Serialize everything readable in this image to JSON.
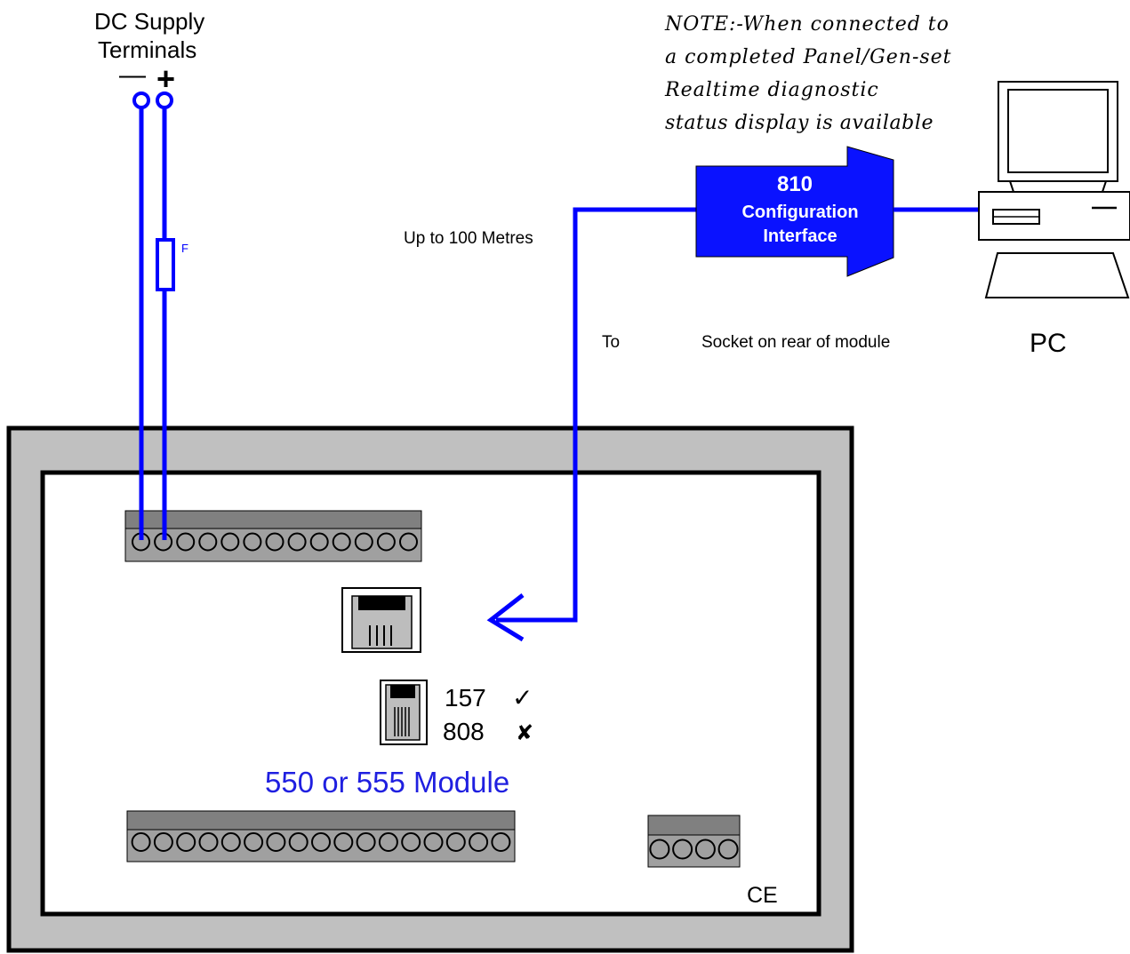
{
  "supply": {
    "title_line1": "DC Supply",
    "title_line2": "Terminals",
    "minus": "—",
    "plus": "+",
    "fuse_label": "F"
  },
  "note": {
    "lines": [
      "NOTE:-When connected to",
      "a completed Panel/Gen-set",
      "Realtime diagnostic",
      "status display is available"
    ]
  },
  "cable": {
    "distance_label": "Up to 100 Metres",
    "to_label": "To",
    "socket_label": "Socket on rear of module"
  },
  "interface": {
    "number": "810",
    "line1": "Configuration",
    "line2": "Interface",
    "color": "#0a12ff"
  },
  "pc": {
    "label": "PC"
  },
  "module": {
    "title": "550 or 555 Module",
    "compat_yes_code": "157",
    "compat_yes_mark": "✓",
    "compat_no_code": "808",
    "compat_no_mark": "✘",
    "ce_mark": "CE",
    "top_terminal_count": 13,
    "bottom_terminal_count": 17,
    "side_terminal_count": 4
  },
  "colors": {
    "wire": "#0000ff",
    "module_title": "#1f1fe0",
    "frame_grey": "#c0c0c0",
    "terminal_grey": "#a0a0a0",
    "terminal_header": "#808080"
  }
}
